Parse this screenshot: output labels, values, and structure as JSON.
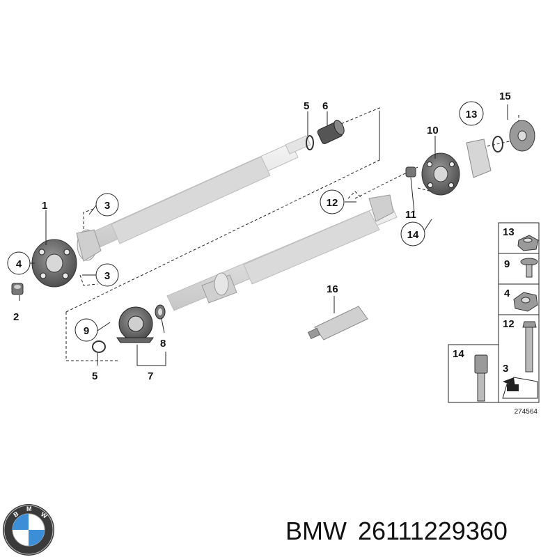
{
  "diagram": {
    "callouts": {
      "c1": "1",
      "c2": "2",
      "c3a": "3",
      "c3b": "3",
      "c4": "4",
      "c5a": "5",
      "c5b": "5",
      "c6": "6",
      "c7": "7",
      "c8": "8",
      "c9": "9",
      "c10": "10",
      "c11": "11",
      "c12": "12",
      "c13": "13",
      "c14": "14",
      "c15": "15",
      "c16": "16"
    },
    "legend": {
      "items": [
        {
          "num": "13",
          "icon": "flange-nut-icon"
        },
        {
          "num": "9",
          "icon": "flange-bolt-icon"
        },
        {
          "num": "4",
          "icon": "hex-nut-icon"
        },
        {
          "num": "12",
          "icon": "long-bolt-icon"
        },
        {
          "num": "14",
          "icon": "torx-bolt-icon"
        }
      ],
      "note_num": "3"
    },
    "reference_number": "274564"
  },
  "caption": {
    "brand": "BMW",
    "part_number": "26111229360"
  },
  "colors": {
    "shaft": "#e6e6e6",
    "shaft_edge": "#bdbdbd",
    "part_dark": "#6f6f6f",
    "part_mid": "#a8a8a8",
    "line": "#222222"
  }
}
